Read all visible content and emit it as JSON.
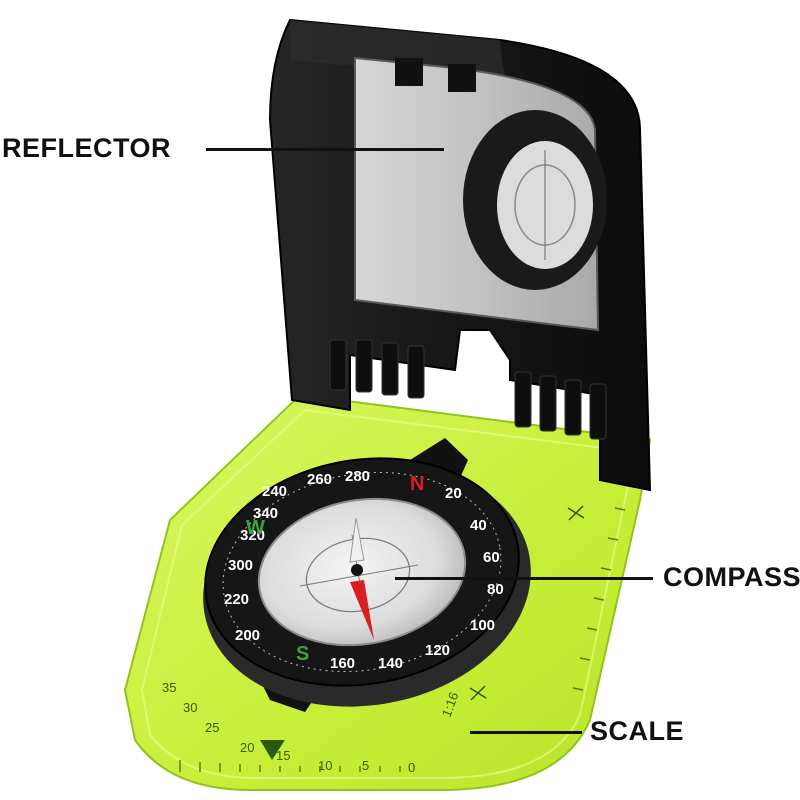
{
  "callouts": {
    "reflector": "REFLECTOR",
    "compass": "COMPASS",
    "scale": "SCALE"
  },
  "colors": {
    "lid": "#1a1a1a",
    "mirror": "#c9c9c9",
    "baseplate": "#c8f030",
    "bezel": "#161616",
    "needle_red": "#d81e1e",
    "text": "#111111"
  },
  "compass": {
    "bezel_degrees": [
      "20",
      "40",
      "60",
      "80",
      "100",
      "120",
      "140",
      "160",
      "200",
      "220",
      "240",
      "260",
      "280",
      "300",
      "320",
      "340"
    ],
    "cardinals": {
      "north": "N",
      "south": "S",
      "west": "W"
    }
  },
  "scale": {
    "ruler_numbers": [
      "0",
      "5",
      "10",
      "15",
      "20",
      "25",
      "30",
      "35"
    ],
    "ratio_label": "1:16"
  }
}
